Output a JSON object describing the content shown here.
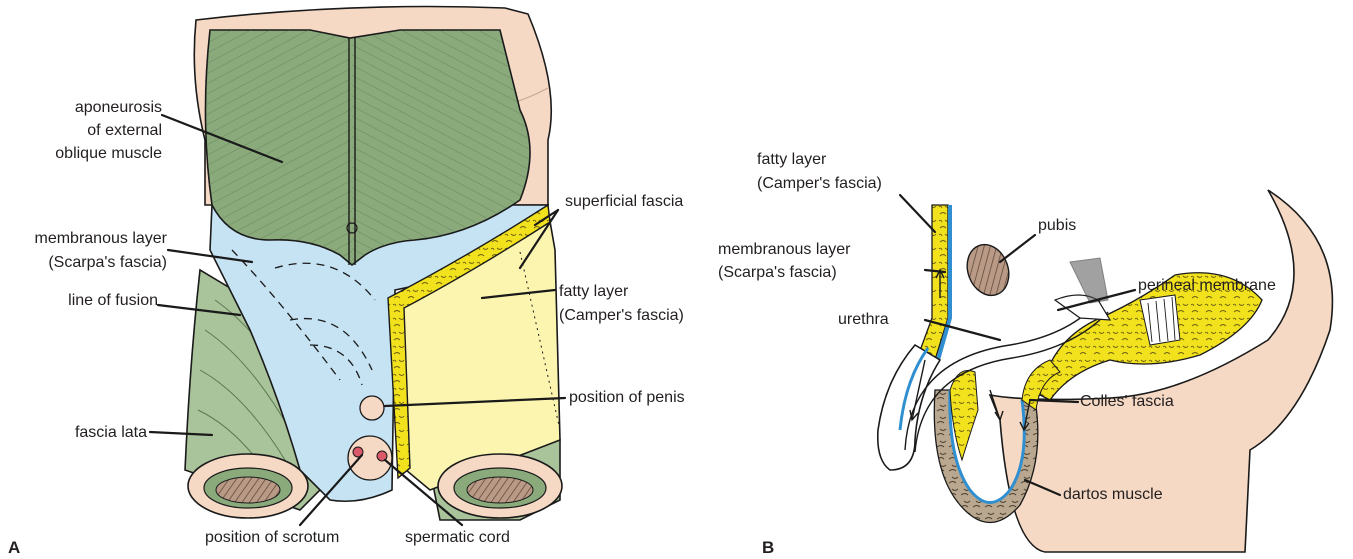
{
  "panels": {
    "a": {
      "letter": "A"
    },
    "b": {
      "letter": "B"
    }
  },
  "labels_a": {
    "aponeurosis_1": "aponeurosis",
    "aponeurosis_2": "of external",
    "aponeurosis_3": "oblique muscle",
    "membranous_1": "membranous layer",
    "membranous_2": "(Scarpa's fascia)",
    "line_of_fusion": "line of fusion",
    "fascia_lata": "fascia lata",
    "superficial_fascia": "superficial fascia",
    "fatty_1": "fatty layer",
    "fatty_2": "(Camper's fascia)",
    "position_of_penis": "position of penis",
    "position_of_scrotum": "position of scrotum",
    "spermatic_cord": "spermatic cord"
  },
  "labels_b": {
    "fatty_1": "fatty layer",
    "fatty_2": "(Camper's fascia)",
    "membranous_1": "membranous layer",
    "membranous_2": "(Scarpa's fascia)",
    "pubis": "pubis",
    "perineal_membrane": "perineal membrane",
    "urethra": "urethra",
    "colles_fascia": "Colles' fascia",
    "dartos_muscle": "dartos muscle"
  },
  "colors": {
    "skin": "#f5d9c4",
    "muscle_green": "#8aaa7c",
    "membranous_blue": "#c6e3f4",
    "fatty_yellow": "#fbf5b0",
    "fat_bright": "#f4e81c",
    "blue_line": "#2f8fd0",
    "dartos_tan": "#b9a78f"
  }
}
